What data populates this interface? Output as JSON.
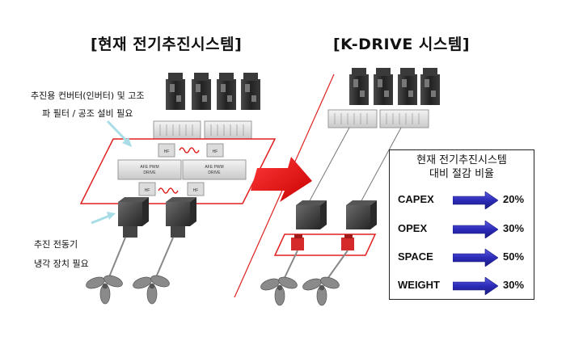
{
  "left_system": {
    "title": "[현재 전기추진시스템]",
    "note_top": [
      "추진용 컨버터(인버터) 및 고조",
      "파 필터 / 공조 설비 필요"
    ],
    "note_bottom": [
      "추진 전동기",
      "냉각 장치 필요"
    ],
    "afe_label_1": [
      "AFE PWM",
      "DRIVE"
    ],
    "afe_label_2": [
      "AFE PWM",
      "DRIVE"
    ],
    "hf_label": "HF"
  },
  "right_system": {
    "title": "[K-DRIVE 시스템]"
  },
  "ratio_panel": {
    "heading": [
      "현재 전기추진시스템",
      "대비 절감 비율"
    ],
    "rows": [
      {
        "label": "CAPEX",
        "value": "20%"
      },
      {
        "label": "OPEX",
        "value": "30%"
      },
      {
        "label": "SPACE",
        "value": "50%"
      },
      {
        "label": "WEIGHT",
        "value": "30%"
      }
    ]
  },
  "colors": {
    "accent_red": "#e02020",
    "arrow_blue": "#2b2bb8",
    "cabinet_dark": "#2d2d2d",
    "panel_light": "#e8e8e8"
  }
}
